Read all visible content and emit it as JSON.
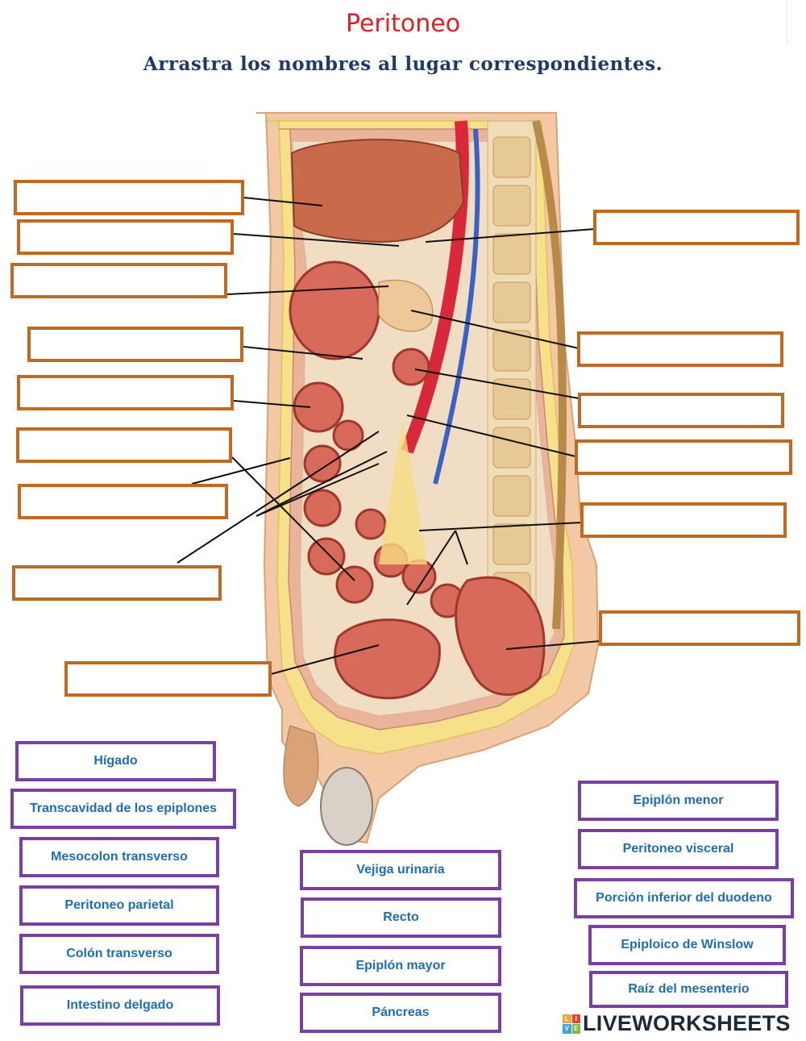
{
  "header": {
    "title": "Peritoneo",
    "instruction": "Arrastra los nombres al lugar correspondientes."
  },
  "drop_targets": [
    {
      "id": "drop-1",
      "value": ""
    },
    {
      "id": "drop-2",
      "value": ""
    },
    {
      "id": "drop-3",
      "value": ""
    },
    {
      "id": "drop-4",
      "value": ""
    },
    {
      "id": "drop-5",
      "value": ""
    },
    {
      "id": "drop-6",
      "value": ""
    },
    {
      "id": "drop-7",
      "value": ""
    },
    {
      "id": "drop-8",
      "value": ""
    },
    {
      "id": "drop-9",
      "value": ""
    },
    {
      "id": "drop-10",
      "value": ""
    },
    {
      "id": "drop-11",
      "value": ""
    },
    {
      "id": "drop-12",
      "value": ""
    },
    {
      "id": "drop-13",
      "value": ""
    },
    {
      "id": "drop-14",
      "value": ""
    },
    {
      "id": "drop-15",
      "value": ""
    },
    {
      "id": "drop-16",
      "value": ""
    }
  ],
  "word_bank": {
    "left": [
      "Hígado",
      "Transcavidad de los epiplones",
      "Mesocolon transverso",
      "Peritoneo parietal",
      "Colón transverso",
      "Intestino delgado"
    ],
    "middle": [
      "Vejiga urinaria",
      "Recto",
      "Epiplón mayor",
      "Páncreas"
    ],
    "right": [
      "Epiplón menor",
      "Peritoneo visceral",
      "Porción inferior del duodeno",
      "Epiploico de Winslow",
      "Raíz del mesenterio"
    ]
  },
  "brand": {
    "name": "LIVEWORKSHEETS",
    "mark_letters": [
      "L",
      "I",
      "V",
      "E"
    ],
    "colors": {
      "accent_orange": "#c0691f",
      "word_purple": "#7a3fa0",
      "word_blue": "#1f6db5",
      "title_red": "#e02020",
      "instruction_navy": "#1f3a68"
    }
  }
}
